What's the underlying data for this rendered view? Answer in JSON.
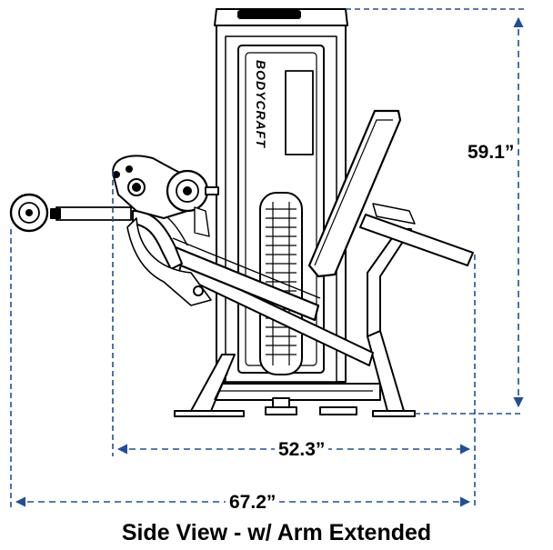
{
  "dimensions": {
    "height": "59.1”",
    "length": "52.3”",
    "overall_length": "67.2”"
  },
  "caption": "Side View - w/ Arm Extended",
  "brand_text": "BODYCRAFT",
  "colors": {
    "dimension_line": "#1f4e9a",
    "outline": "#000000"
  }
}
